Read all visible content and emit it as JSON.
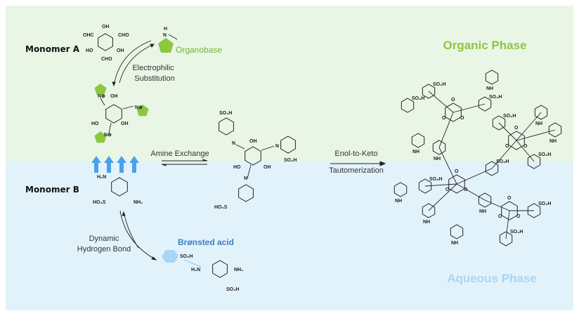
{
  "phases": {
    "organic": "Organic Phase",
    "aqueous": "Aqueous Phase"
  },
  "monomers": {
    "a": "Monomer A",
    "b": "Monomer B"
  },
  "reagents": {
    "organobase": "Organobase",
    "bronsted_acid": "Brønsted acid"
  },
  "steps": {
    "electrophilic_1": "Electrophilic",
    "electrophilic_2": "Substitution",
    "amine_exchange": "Amine Exchange",
    "enol_keto_1": "Enol-to-Keto",
    "enol_keto_2": "Tautomerization",
    "hbond_1": "Dynamic",
    "hbond_2": "Hydrogen Bond"
  },
  "groups": {
    "oh": "OH",
    "ho": "HO",
    "cho": "CHO",
    "ohc": "OHC",
    "so3h": "SO₃H",
    "ho3s": "HO₃S",
    "nh2": "NH₂",
    "h2n": "H₂N",
    "n": "N",
    "h": "H",
    "nplus": "N⊕",
    "o": "O",
    "nh": "NH"
  },
  "colors": {
    "organic_bg": "#e9f6e6",
    "aqueous_bg": "#e2f2fb",
    "green": "#8dc63f",
    "blue": "#3b7fc0",
    "light_blue": "#a8d6f4",
    "arrow_blue": "#4aa0ef"
  }
}
